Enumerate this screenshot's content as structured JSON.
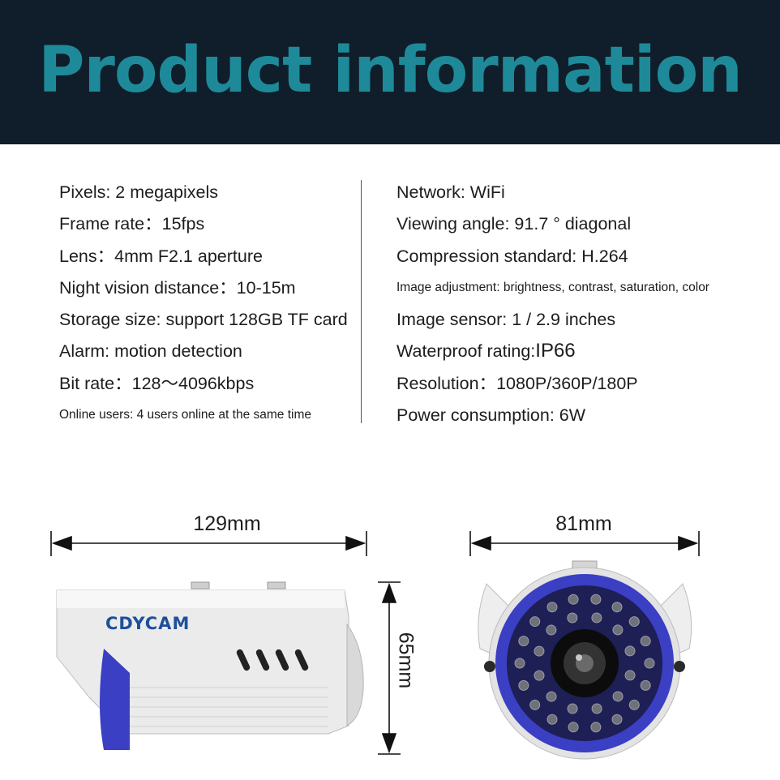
{
  "header": {
    "title": "Product information"
  },
  "specs_left": [
    "Pixels: 2 megapixels",
    "Frame rate：15fps",
    "Lens：4mm  F2.1 aperture",
    "Night vision distance：10-15m",
    "Storage size: support 128GB TF card",
    "Alarm: motion detection",
    "Bit rate：128～4096kbps",
    "Online users: 4 users online at the same time"
  ],
  "specs_right": [
    "Network: WiFi",
    "Viewing angle: 91.7 ° diagonal",
    "Compression standard: H.264",
    "Image adjustment: brightness, contrast, saturation, color",
    "Image sensor: 1 / 2.9 inches",
    "Waterproof rating:",
    "Resolution：1080P/360P/180P",
    "Power consumption: 6W"
  ],
  "waterproof_value": "IP66",
  "dimensions": {
    "length": "129mm",
    "height": "65mm",
    "width": "81mm"
  },
  "brand_logo": "CDYCAM",
  "colors": {
    "header_bg": "#0f1e2a",
    "title": "#1e8a99",
    "camera_blue": "#3a3fc4",
    "logo_blue": "#1e4f9c"
  }
}
